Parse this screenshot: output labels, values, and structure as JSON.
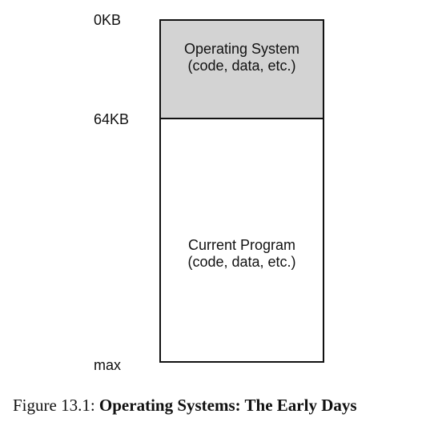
{
  "address_labels": {
    "start": "0KB",
    "boundary": "64KB",
    "end": "max"
  },
  "regions": {
    "operating_system": {
      "line1": "Operating System",
      "line2": "(code, data, etc.)",
      "fill_color": "#d3d3d3"
    },
    "current_program": {
      "line1": "Current Program",
      "line2": "(code, data, etc.)",
      "fill_color": "#ffffff"
    }
  },
  "caption": {
    "prefix": "Figure 13.1:",
    "title": "Operating Systems: The Early Days"
  }
}
